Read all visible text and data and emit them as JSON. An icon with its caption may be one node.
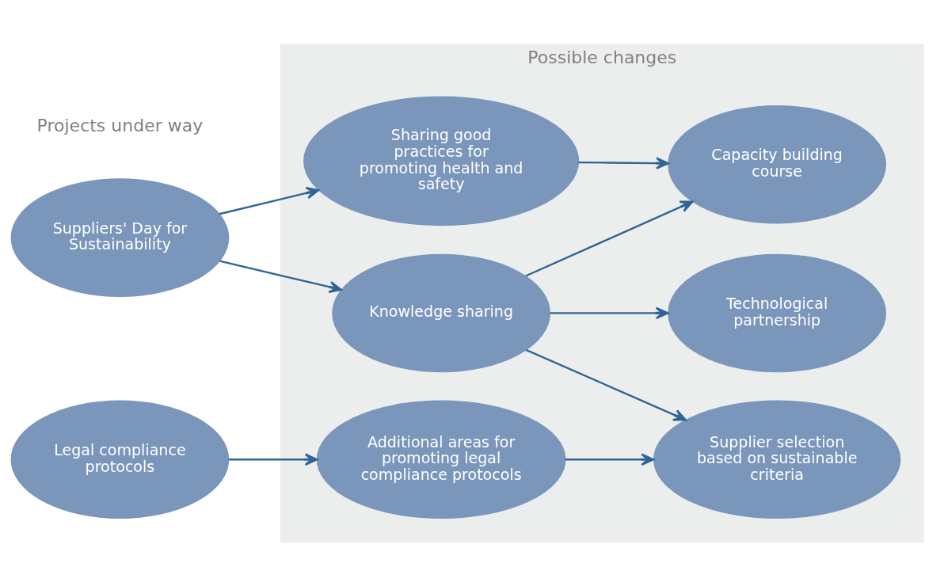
{
  "diagram": {
    "nodes": [
      {
        "text": [
          "Possible changes"
        ]
      },
      {
        "text": [
          "Suppliers' Day for Sustainability"
        ]
      },
      {
        "text": [
          "Legal compliance protocols"
        ]
      },
      {
        "text": [
          "Sharing good practices for promoting health and safety"
        ],
        "in": 0
      },
      {
        "text": [
          "Knowledge sharing"
        ],
        "in": 0
      },
      {
        "text": [
          "Additional areas for promoting legal compliance protocols"
        ],
        "in": 0
      },
      {
        "text": [
          "Capacity building course"
        ],
        "in": 0
      },
      {
        "text": [
          "Technological partnership"
        ],
        "in": 0
      },
      {
        "text": [
          "Supplier selection based on sustainable criteria"
        ],
        "in": 0
      }
    ],
    "edges": [
      {
        "from": 1,
        "to": 3,
        "arrow": "to"
      },
      {
        "from": 1,
        "to": 4,
        "arrow": "to"
      },
      {
        "from": 2,
        "to": 5,
        "arrow": "to"
      },
      {
        "from": 3,
        "to": 6,
        "arrow": "to"
      },
      {
        "from": 4,
        "to": 6,
        "arrow": "to"
      },
      {
        "from": 4,
        "to": 7,
        "arrow": "to"
      },
      {
        "from": 4,
        "to": 8,
        "arrow": "to"
      },
      {
        "from": 5,
        "to": 8,
        "arrow": "to"
      }
    ],
    "labels": [
      "Projects under way"
    ]
  }
}
